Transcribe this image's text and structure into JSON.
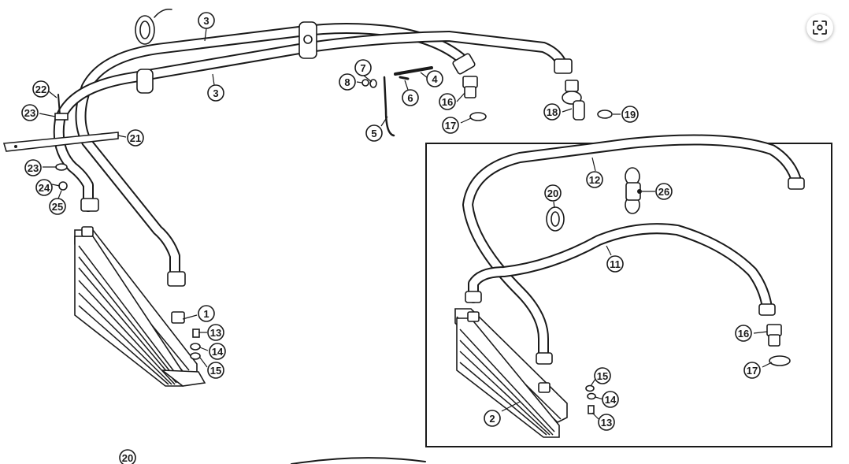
{
  "diagram": {
    "callouts_main": [
      "3",
      "3",
      "7",
      "8",
      "4",
      "6",
      "16",
      "5",
      "17",
      "18",
      "19",
      "22",
      "23",
      "21",
      "23",
      "24",
      "25",
      "1",
      "13",
      "14",
      "15"
    ],
    "callouts_inset": [
      "12",
      "20",
      "26",
      "11",
      "16",
      "17",
      "15",
      "14",
      "13",
      "2"
    ],
    "callouts_cropped": [
      "20"
    ]
  },
  "toolbar": {
    "focus_icon": "focus-scan-icon"
  },
  "colors": {
    "line": "#1a1a1a",
    "background": "#ffffff"
  }
}
